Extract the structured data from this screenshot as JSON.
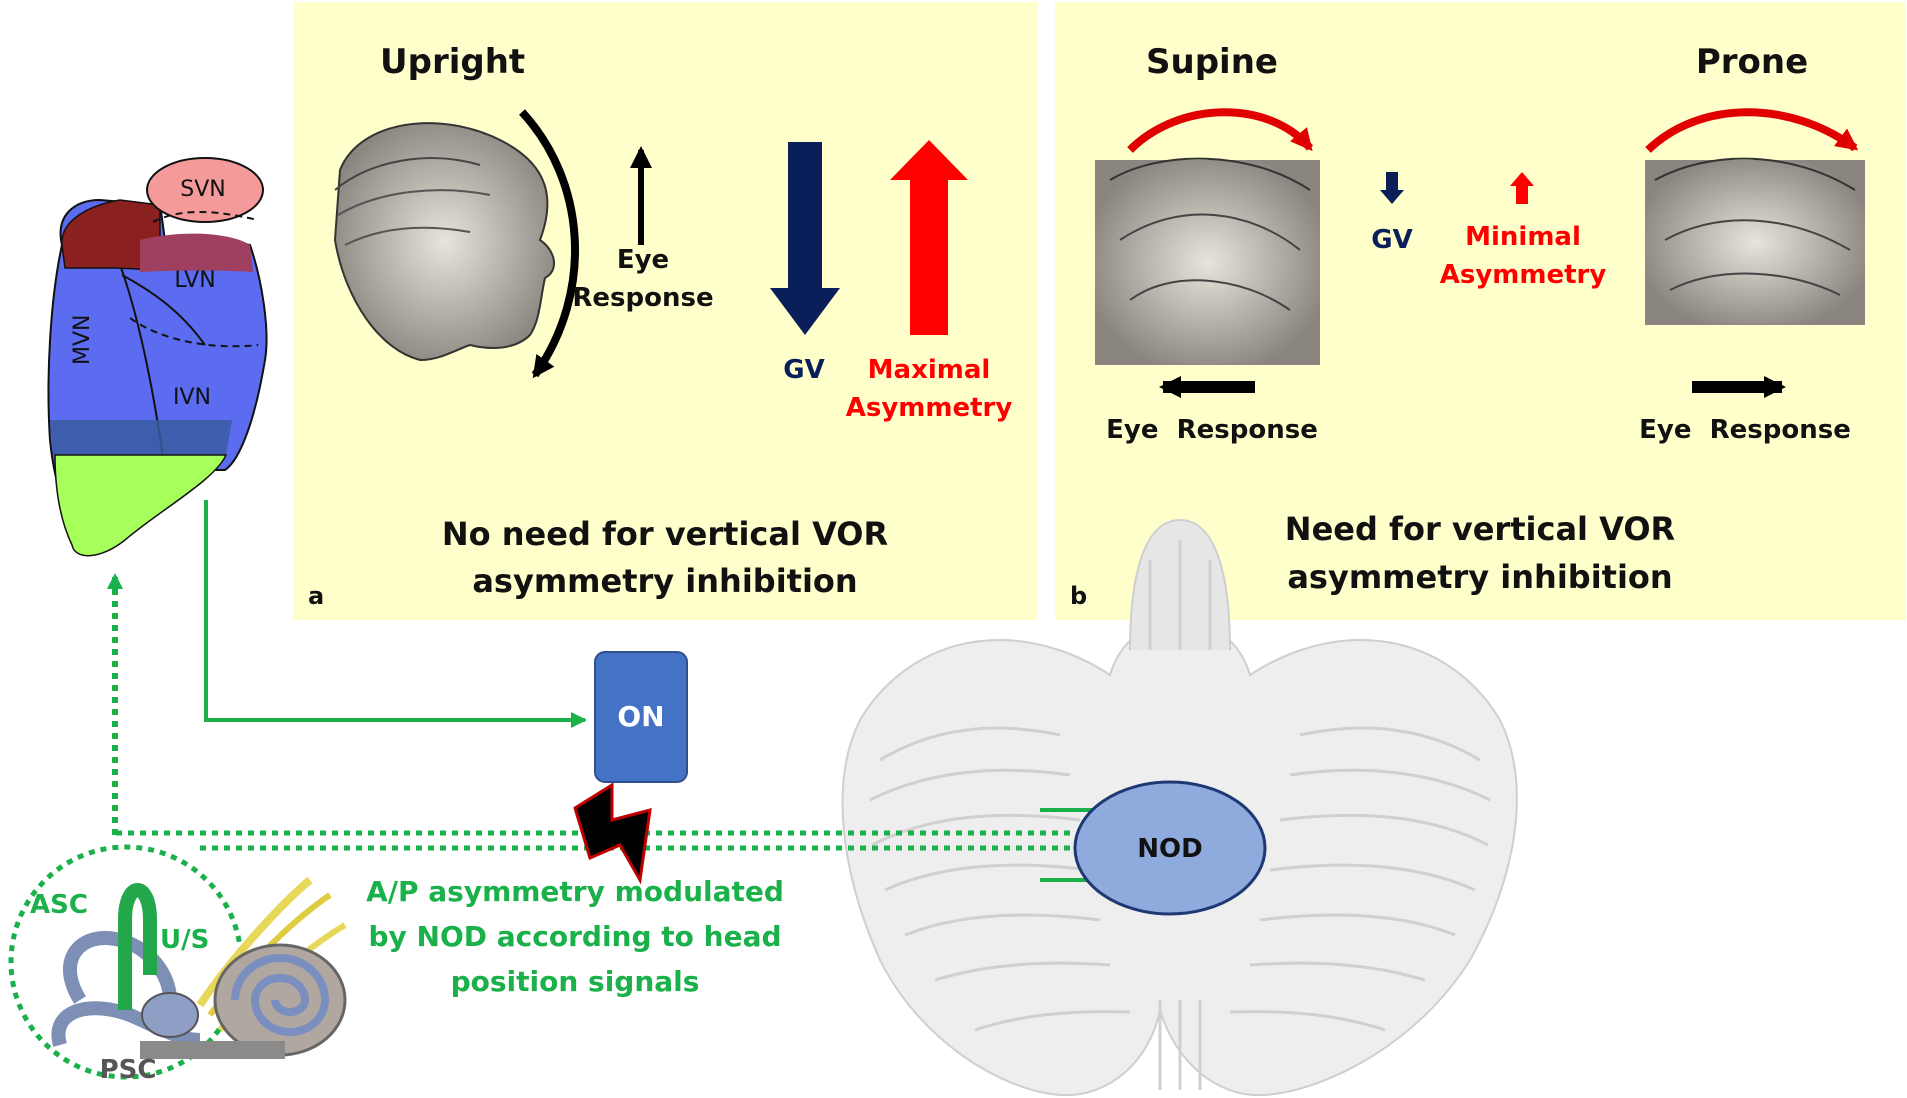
{
  "panel_a": {
    "letter": "a",
    "title": "Upright",
    "eye_response": [
      "Eye",
      "Response"
    ],
    "gv": "GV",
    "asymmetry": [
      "Maximal",
      "Asymmetry"
    ],
    "caption": [
      "No need for vertical VOR",
      "asymmetry inhibition"
    ]
  },
  "panel_b": {
    "letter": "b",
    "supine_title": "Supine",
    "prone_title": "Prone",
    "gv": "GV",
    "asymmetry": [
      "Minimal",
      "Asymmetry"
    ],
    "eye_response_left": "Eye  Response",
    "eye_response_right": "Eye  Response",
    "caption": [
      "Need for vertical VOR",
      "asymmetry inhibition"
    ]
  },
  "nuclei": {
    "svn": "SVN",
    "lvn": "LVN",
    "mvn": "MVN",
    "ivn": "IVN"
  },
  "on_box": "ON",
  "nod": "NOD",
  "modulation_text": [
    "A/P asymmetry modulated",
    "by NOD according to head",
    "position signals"
  ],
  "labyrinth": {
    "asc": "ASC",
    "us": "U/S",
    "psc": "PSC"
  },
  "colors": {
    "panel_bg": "#ffffcc",
    "green": "#1ab04a",
    "navy": "#0a1e5a",
    "red": "#ff0000",
    "on_box": "#4472c4",
    "nod": "#8faadc"
  }
}
